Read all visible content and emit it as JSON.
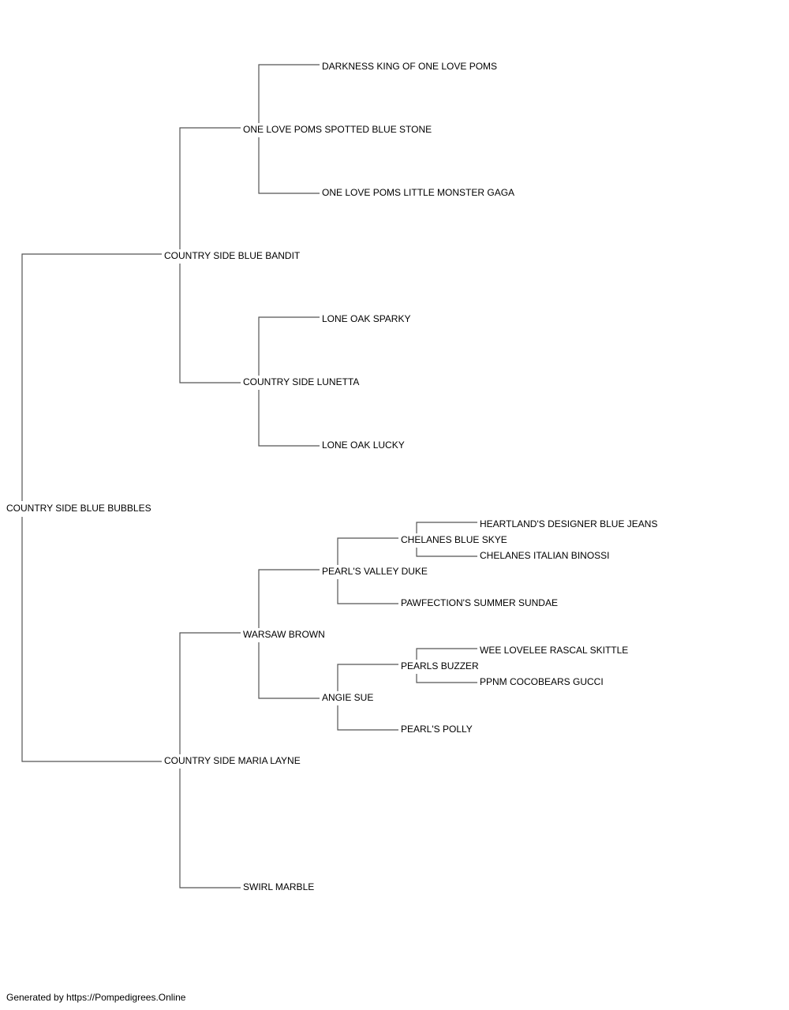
{
  "pedigree": {
    "root": "COUNTRY SIDE BLUE BUBBLES",
    "sire": {
      "name": "COUNTRY SIDE BLUE BANDIT",
      "sire": {
        "name": "ONE LOVE POMS SPOTTED BLUE STONE",
        "sire": "DARKNESS KING OF ONE LOVE POMS",
        "dam": "ONE LOVE POMS LITTLE MONSTER GAGA"
      },
      "dam": {
        "name": "COUNTRY SIDE LUNETTA",
        "sire": "LONE OAK SPARKY",
        "dam": "LONE OAK LUCKY"
      }
    },
    "dam": {
      "name": "COUNTRY SIDE MARIA LAYNE",
      "sire": {
        "name": "WARSAW BROWN",
        "sire": {
          "name": "PEARL'S VALLEY DUKE",
          "sire": {
            "name": "CHELANES BLUE SKYE",
            "sire": "HEARTLAND'S DESIGNER BLUE JEANS",
            "dam": "CHELANES ITALIAN BINOSSI"
          },
          "dam": "PAWFECTION'S SUMMER SUNDAE"
        },
        "dam": {
          "name": "ANGIE SUE",
          "sire": {
            "name": "PEARLS BUZZER",
            "sire": "WEE LOVELEE RASCAL SKITTLE",
            "dam": "PPNM COCOBEARS GUCCI"
          },
          "dam": "PEARL'S POLLY"
        }
      },
      "dam": "SWIRL MARBLE"
    }
  },
  "footer": "Generated by https://Pompedigrees.Online",
  "colors": {
    "line": "#555555",
    "text": "#000000"
  }
}
